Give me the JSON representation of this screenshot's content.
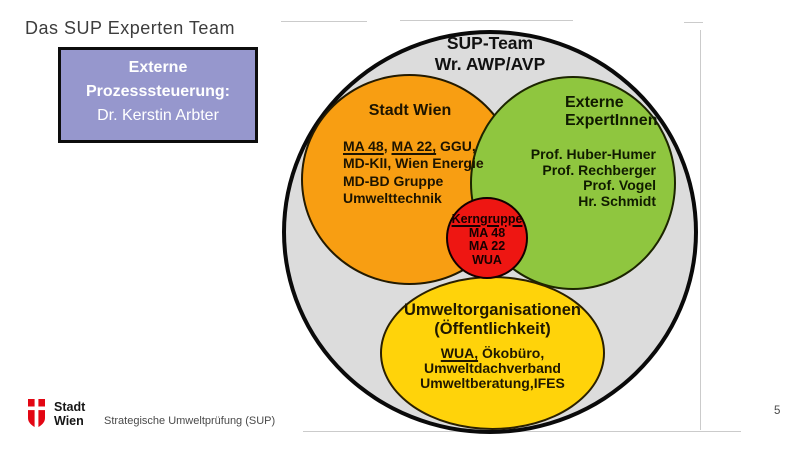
{
  "slide": {
    "title": "Das SUP Experten Team",
    "footer": "Strategische Umweltprüfung (SUP)",
    "page_number": "5",
    "logo": {
      "line1": "Stadt",
      "line2": "Wien",
      "color": "#E30613"
    }
  },
  "process_box": {
    "line1": "Externe",
    "line2": "Prozesssteuerung:",
    "line3": "Dr. Kerstin Arbter",
    "fill": "#9697CD"
  },
  "venn": {
    "outer": {
      "title_line1": "SUP-Team",
      "title_line2": "Wr. AWP/AVP",
      "fill": "#DCDCDC"
    },
    "stadt_wien": {
      "title": "Stadt Wien",
      "fill": "#F89E12",
      "line1": {
        "u1": "MA 48",
        "sep": ", ",
        "u2": "MA 22,",
        "rest": " GGU,"
      },
      "line2": "MD-KlI, Wien Energie",
      "line3": "MD-BD Gruppe",
      "line4": "Umwelttechnik"
    },
    "externe_expertinnen": {
      "title_line1": "Externe",
      "title_line2": "ExpertInnen",
      "fill": "#8FC63F",
      "members": [
        "Prof. Huber-Humer",
        "Prof. Rechberger",
        "Prof. Vogel",
        "Hr. Schmidt"
      ]
    },
    "umweltorganisationen": {
      "title_line1": "Umweltorganisationen",
      "title_line2": "(Öffentlichkeit)",
      "fill": "#FFD30A",
      "line1": {
        "u": "WUA,",
        "rest": " Ökobüro,"
      },
      "line2": "Umweltdachverband",
      "line3": "Umweltberatung,IFES"
    },
    "kerngruppe": {
      "title": "Kerngruppe",
      "fill": "#EE1612",
      "members": [
        "MA 48",
        "MA 22",
        "WUA"
      ]
    }
  }
}
